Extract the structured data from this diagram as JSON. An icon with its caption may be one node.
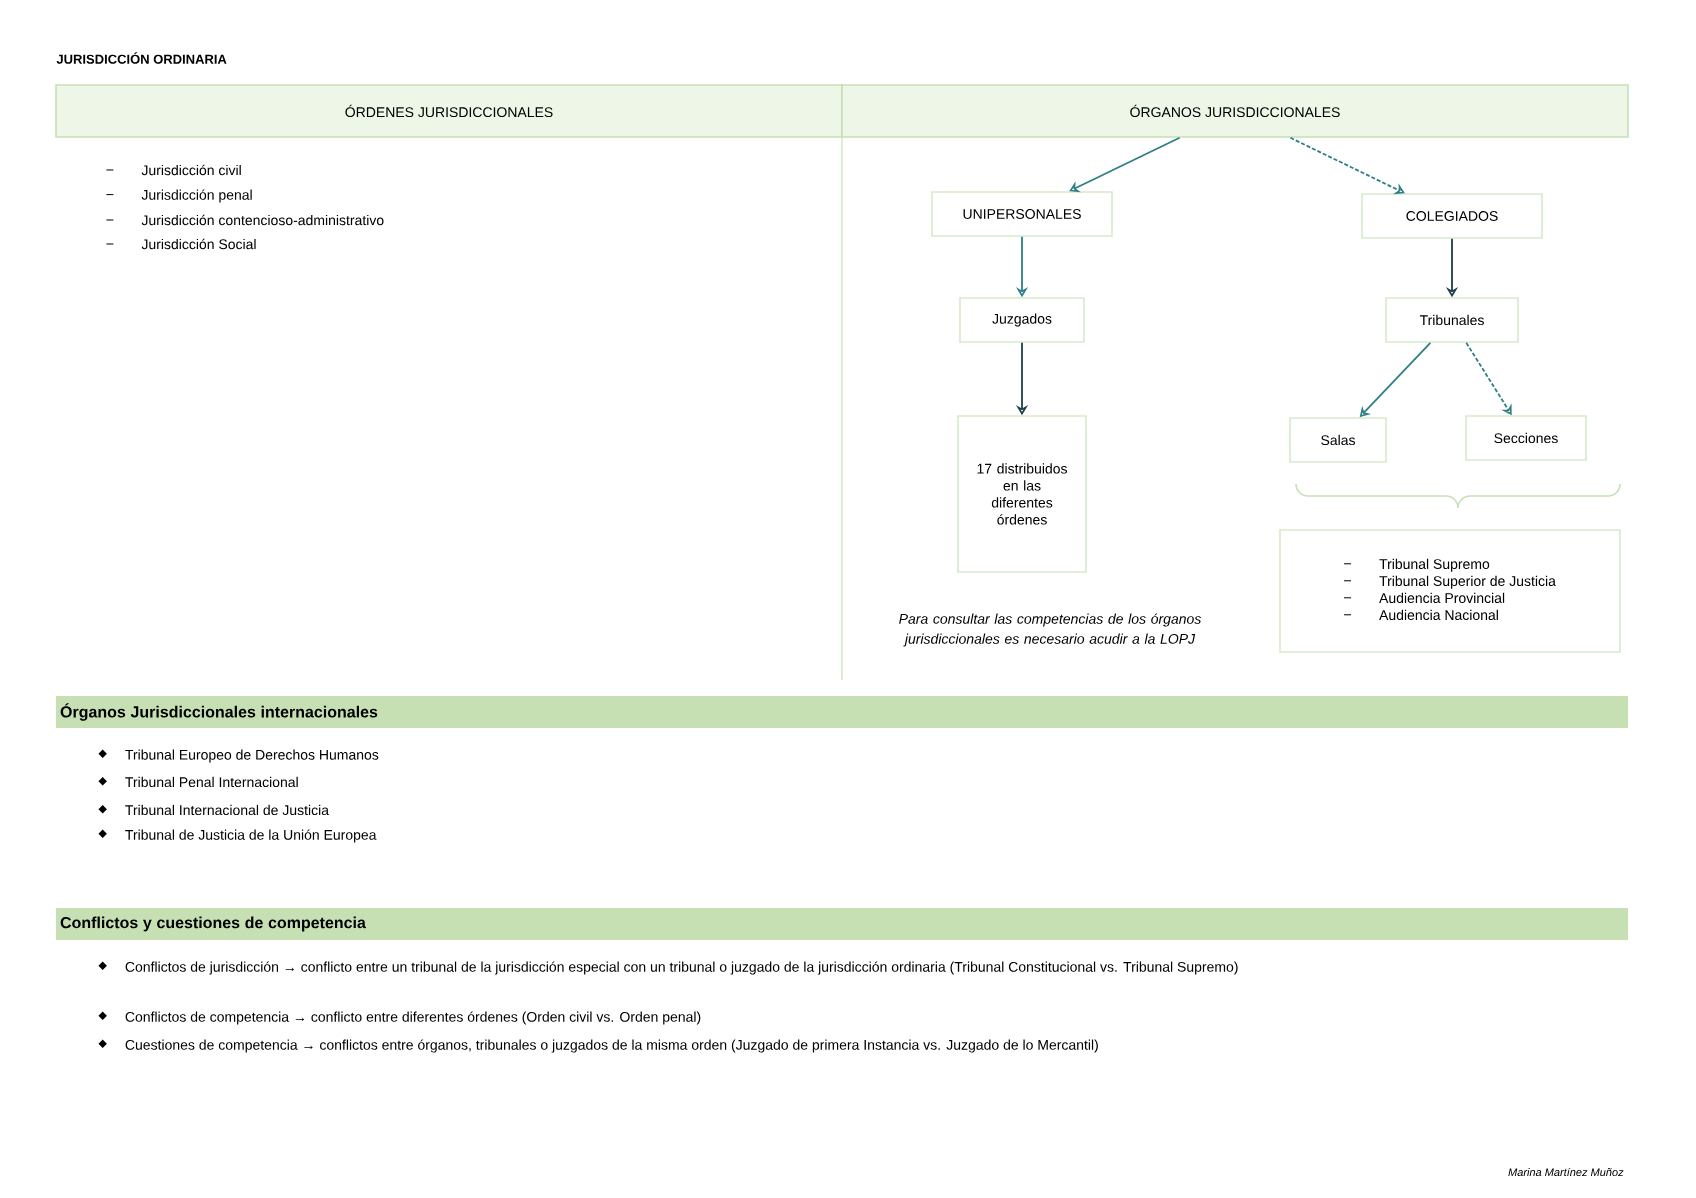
{
  "diagram": {
    "title": "JURISDICCIÓN ORDINARIA",
    "nodes": [
      {
        "text": [
          "ÓRDENES JURISDICCIONALES"
        ]
      },
      {
        "text": [
          "ÓRGANOS JURISDICCIONALES"
        ]
      },
      {
        "text": [
          "UNIPERSONALES"
        ]
      },
      {
        "text": [
          "COLEGIADOS"
        ]
      },
      {
        "text": [
          "Juzgados"
        ]
      },
      {
        "text": [
          "Tribunales"
        ]
      },
      {
        "text": [
          "17 distribuidos en las diferentes órdenes"
        ]
      },
      {
        "text": [
          "Salas"
        ]
      },
      {
        "text": [
          "Secciones"
        ]
      },
      {
        "text": [
          "Tribunal Supremo",
          "Tribunal Superior de Justicia",
          "Audiencia Provincial",
          "Audiencia Nacional"
        ]
      },
      {
        "text": [
          "Órganos Jurisdiccionales internacionales"
        ]
      },
      {
        "text": [
          "Conflictos y cuestiones de competencia"
        ]
      }
    ],
    "edges": [
      {
        "from": 1,
        "to": 2,
        "arrow": "to"
      },
      {
        "from": 1,
        "to": 3,
        "arrow": "to",
        "style": "dashed"
      },
      {
        "from": 2,
        "to": 4,
        "arrow": "to"
      },
      {
        "from": 3,
        "to": 5,
        "arrow": "to",
        "color": "#1d3f4a"
      },
      {
        "from": 4,
        "to": 6,
        "arrow": "to",
        "color": "#1d3f4a"
      },
      {
        "from": 5,
        "to": 7,
        "arrow": "to"
      },
      {
        "from": 5,
        "to": 8,
        "arrow": "to",
        "style": "dashed"
      }
    ],
    "labels": [
      "Jurisdicción civil",
      "Jurisdicción penal",
      "Jurisdicción contencioso-administrativo",
      "Jurisdicción Social",
      "Para consultar las competencias de los órganos jurisdiccionales es necesario acudir a la LOPJ",
      "Tribunal Europeo de Derechos Humanos",
      "Tribunal Penal Internacional",
      "Tribunal Internacional de Justicia",
      "Tribunal de Justicia de la Unión Europea",
      "Conflictos de jurisdicción → conflicto entre un tribunal de la jurisdicción especial con un tribunal o juzgado de la jurisdicción ordinaria (Tribunal Constitucional vs. Tribunal Supremo)",
      "Conflictos de competencia → conflicto entre diferentes órdenes (Orden civil vs. Orden penal)",
      "Cuestiones de competencia → conflictos entre órganos, tribunales o juzgados de la misma orden (Juzgado de primera Instancia vs. Juzgado de lo Mercantil)",
      "Marina Martínez Muñoz"
    ]
  }
}
